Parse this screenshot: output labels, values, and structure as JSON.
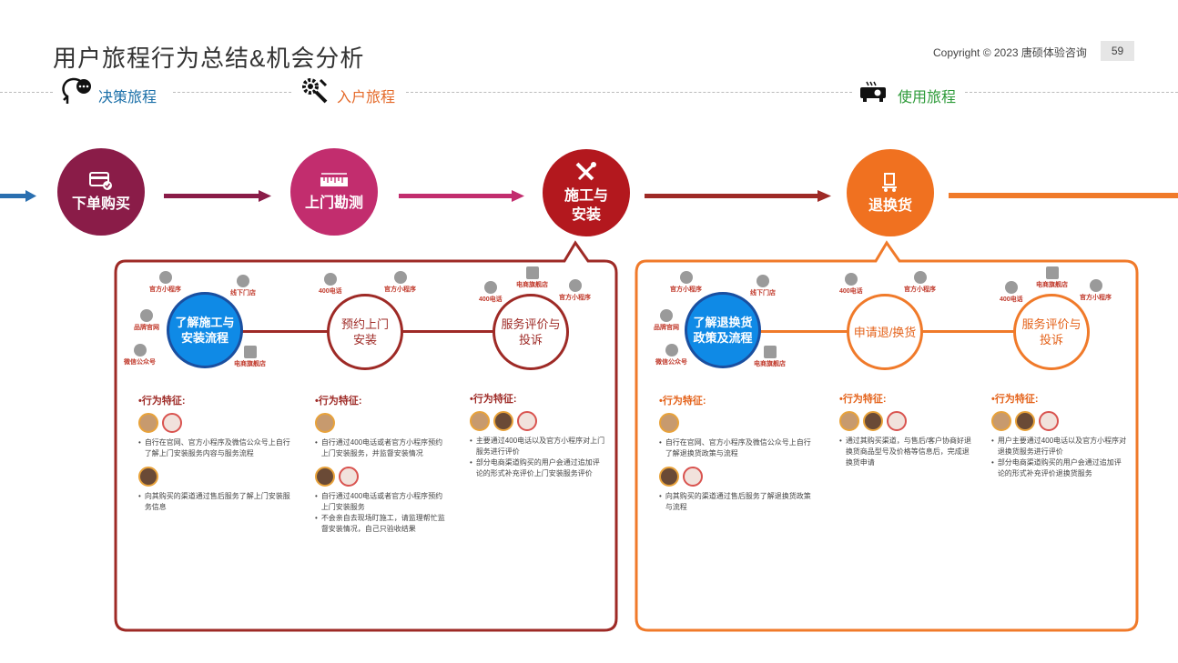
{
  "title": "用户旅程行为总结&机会分析",
  "copyright": "Copyright © 2023 唐硕体验咨询",
  "page_number": "59",
  "stages": {
    "decision": {
      "label": "决策旅程",
      "icon": "thinking-head-icon",
      "color": "#1a6fa8"
    },
    "entry": {
      "label": "入户旅程",
      "icon": "gears-icon",
      "color": "#e46a2a"
    },
    "use": {
      "label": "使用旅程",
      "icon": "projector-icon",
      "color": "#2e9b3a"
    }
  },
  "nodes": [
    {
      "label": "下单购买",
      "icon": "credit-card-icon",
      "color": "#8a1c48"
    },
    {
      "label": "上门勘测",
      "icon": "ruler-icon",
      "color": "#c22d6e"
    },
    {
      "label": "施工与安装",
      "label_lines": [
        "施工与",
        "安装"
      ],
      "icon": "tools-icon",
      "color": "#b3181e"
    },
    {
      "label": "退换货",
      "icon": "return-cart-icon",
      "color": "#f07120"
    }
  ],
  "panels": [
    {
      "color": "#9e2a26",
      "steps": [
        {
          "label_lines": [
            "了解施工与",
            "安装流程"
          ],
          "highlight": true,
          "channels": [
            "官方小程序",
            "线下门店",
            "品牌官网",
            "微信公众号",
            "电商旗舰店"
          ]
        },
        {
          "label_lines": [
            "预约上门",
            "安装"
          ],
          "highlight": false,
          "channels": [
            "400电话",
            "官方小程序"
          ]
        },
        {
          "label_lines": [
            "服务评价与",
            "投诉"
          ],
          "highlight": false,
          "channels": [
            "400电话",
            "电商旗舰店",
            "官方小程序"
          ]
        }
      ],
      "behaviors": [
        {
          "heading": "•行为特征:",
          "groups": [
            {
              "avatars": 2,
              "bullets": [
                "自行在官网、官方小程序及微信公众号上自行了解上门安装服务内容与服务流程"
              ]
            },
            {
              "avatars": 1,
              "bullets": [
                "向其购买的渠道通过售后服务了解上门安装服务信息"
              ]
            }
          ]
        },
        {
          "heading": "•行为特征:",
          "groups": [
            {
              "avatars": 1,
              "bullets": [
                "自行通过400电话或者官方小程序预约上门安装服务，并监督安装情况"
              ]
            },
            {
              "avatars": 2,
              "bullets": [
                "自行通过400电话或者官方小程序预约上门安装服务",
                "不会亲自去现场盯施工，请监理帮忙监督安装情况，自己只验收结果"
              ]
            }
          ]
        },
        {
          "heading": "•行为特征:",
          "groups": [
            {
              "avatars": 3,
              "bullets": [
                "主要通过400电话以及官方小程序对上门服务进行评价",
                "部分电商渠道购买的用户会通过追加评论的形式补充评价上门安装服务评价"
              ]
            }
          ]
        }
      ]
    },
    {
      "color": "#f07a2a",
      "steps": [
        {
          "label_lines": [
            "了解退换货",
            "政策及流程"
          ],
          "highlight": true,
          "channels": [
            "官方小程序",
            "线下门店",
            "品牌官网",
            "微信公众号",
            "电商旗舰店"
          ]
        },
        {
          "label_lines": [
            "申请退/换货"
          ],
          "highlight": false,
          "channels": [
            "400电话",
            "官方小程序"
          ]
        },
        {
          "label_lines": [
            "服务评价与",
            "投诉"
          ],
          "highlight": false,
          "channels": [
            "400电话",
            "电商旗舰店",
            "官方小程序"
          ]
        }
      ],
      "behaviors": [
        {
          "heading": "•行为特征:",
          "groups": [
            {
              "avatars": 1,
              "bullets": [
                "自行在官网、官方小程序及微信公众号上自行了解退换货政策与流程"
              ]
            },
            {
              "avatars": 2,
              "bullets": [
                "向其购买的渠道通过售后服务了解退换货政策与流程"
              ]
            }
          ]
        },
        {
          "heading": "•行为特征:",
          "groups": [
            {
              "avatars": 3,
              "bullets": [
                "通过其购买渠道，与售后/客户协商好退换货商品型号及价格等信息后，完成退换货申请"
              ]
            }
          ]
        },
        {
          "heading": "•行为特征:",
          "groups": [
            {
              "avatars": 3,
              "bullets": [
                "用户主要通过400电话以及官方小程序对退换货服务进行评价",
                "部分电商渠道购买的用户会通过追加评论的形式补充评价退换货服务"
              ]
            }
          ]
        }
      ]
    }
  ]
}
